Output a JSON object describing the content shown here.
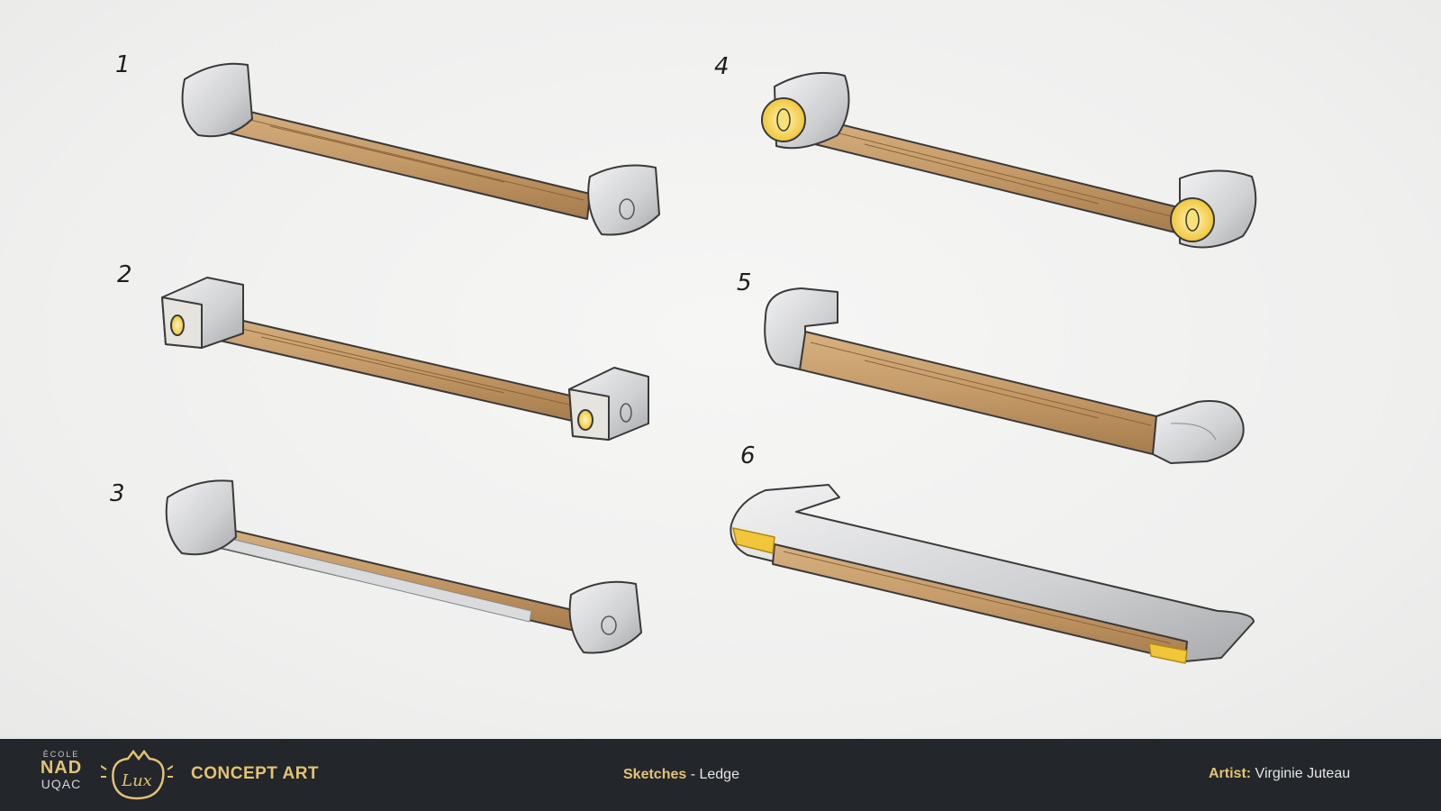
{
  "sketch_numbers": [
    "1",
    "2",
    "3",
    "4",
    "5",
    "6"
  ],
  "footer": {
    "school_top": "ÉCOLE",
    "school_mid": "NAD",
    "school_bottom": "UQAC",
    "lux_logo_text": "Lux",
    "section_title": "CONCEPT ART",
    "sketches_strong": "Sketches",
    "sketches_rest": " - Ledge",
    "artist_strong": "Artist:",
    "artist_name": " Virginie Juteau"
  },
  "colors": {
    "wood": "#c49a68",
    "metal": "#d3d4d6",
    "gold": "#f1c63a",
    "footer_bg": "#23262a",
    "accent": "#e3c274"
  },
  "icons": [
    "nad-logo-icon",
    "lux-logo-icon"
  ]
}
